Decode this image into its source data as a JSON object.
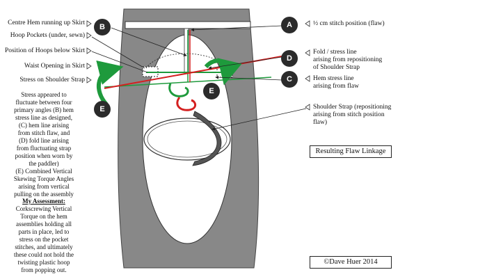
{
  "labels_left": {
    "centre_hem": "Centre Hem running up Skirt",
    "hoop_pockets": "Hoop Pockets (under, sewn)",
    "hoop_position": "Position of Hoops below Skirt",
    "waist_opening": "Waist Opening in Skirt",
    "stress_strap": "Stress on Shoulder Strap"
  },
  "labels_right": {
    "a_text": "½ cm stitch position (flaw)",
    "d_text": "Fold / stress line\narising from repositioning\nof Shoulder Strap",
    "c_text": "Hem stress line\narising from flaw",
    "strap_text": "Shoulder Strap (repositioning\narising from stitch position\nflaw)"
  },
  "markers": {
    "a": "A",
    "b": "B",
    "c": "C",
    "d": "D",
    "e1": "E",
    "e2": "E"
  },
  "stress_paragraph": "Stress appeared to\nfluctuate between four\nprimary angles (B) hem\nstress line as designed,\n(C) hem line arising\nfrom stitch flaw, and\n(D) fold line arising\nfrom fluctuating strap\nposition when worn by\nthe paddler)\n(E) Combined Vertical\nSkewing Torque Angles\narising from vertical\npulling on the assembly",
  "assessment": {
    "heading": "My Assessment:",
    "body": "Corkscrewing Vertical\nTorque on the hem\nassemblies holding all\nparts in place, led to\nstress on the pocket\nstitches, and ultimately\nthese could not hold the\ntwisting plastic hoop\nfrom popping out."
  },
  "result_box": "Resulting Flaw Linkage",
  "copyright": "©Dave Huer 2014",
  "colors": {
    "skirt_gray": "#888888",
    "dark_marker": "#2b2b2b",
    "green": "#1e9a3c",
    "red": "#d42020",
    "strap_gray": "#555555"
  }
}
